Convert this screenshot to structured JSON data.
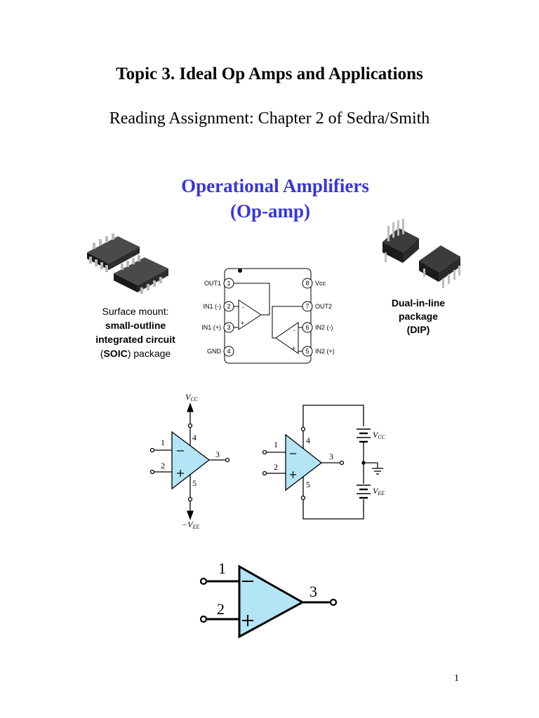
{
  "page": {
    "title": "Topic 3. Ideal Op Amps and Applications",
    "reading": "Reading Assignment: Chapter 2 of Sedra/Smith",
    "page_number": "1"
  },
  "banner": {
    "line1": "Operational Amplifiers",
    "line2": "(Op-amp)",
    "color": "#3535e0"
  },
  "soic": {
    "line1": "Surface mount:",
    "line2": "small-outline",
    "line3": "integrated circuit",
    "line4_pre": "(",
    "line4_bold": "SOIC",
    "line4_post": ") package"
  },
  "dip": {
    "line1": "Dual-in-line",
    "line2": "package",
    "line3": "(DIP)"
  },
  "pinout": {
    "left": [
      {
        "num": "1",
        "label": "OUT1"
      },
      {
        "num": "2",
        "label": "IN1 (-)"
      },
      {
        "num": "3",
        "label": "IN1 (+)"
      },
      {
        "num": "4",
        "label": "GND"
      }
    ],
    "right": [
      {
        "num": "8",
        "label": "Vcc"
      },
      {
        "num": "7",
        "label": "OUT2"
      },
      {
        "num": "6",
        "label": "IN2 (-)"
      },
      {
        "num": "5",
        "label": "IN2 (+)"
      }
    ]
  },
  "symbol_a": {
    "vcc": "V",
    "vcc_sub": "CC",
    "vee": "−V",
    "vee_sub": "EE",
    "pins": [
      "1",
      "2",
      "3",
      "4",
      "5"
    ]
  },
  "symbol_b": {
    "vcc": "V",
    "vcc_sub": "CC",
    "vee": "V",
    "vee_sub": "EE",
    "pins": [
      "1",
      "2",
      "3",
      "4",
      "5"
    ]
  },
  "symbol_c": {
    "pins": [
      "1",
      "2",
      "3"
    ]
  },
  "colors": {
    "triangle_fill": "#b3e5f7",
    "line": "#000000"
  }
}
